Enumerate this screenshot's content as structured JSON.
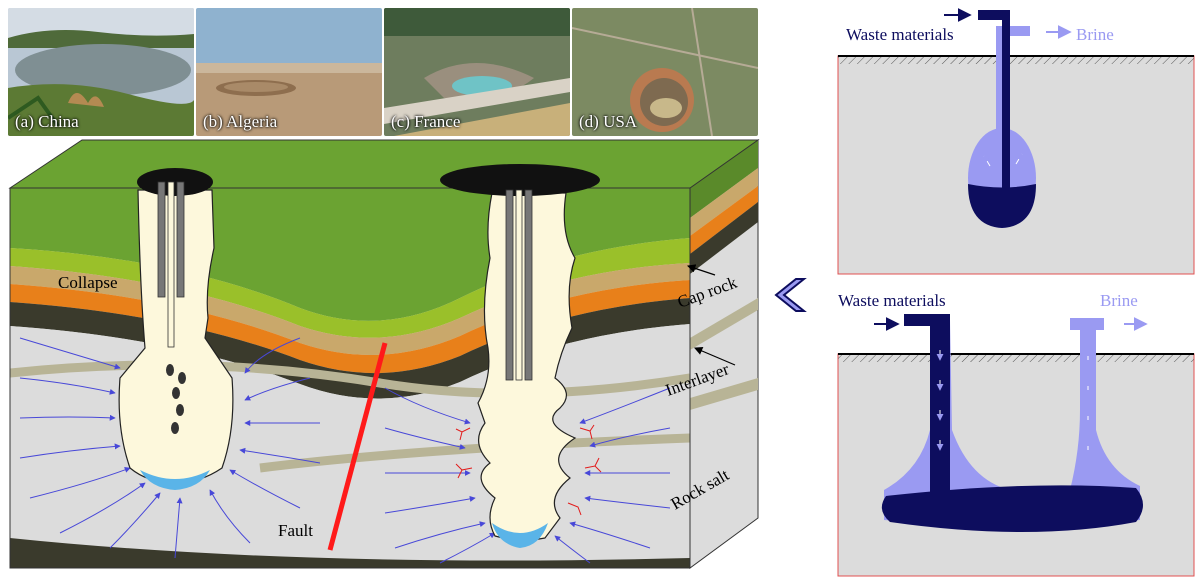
{
  "photos": [
    {
      "caption": "(a) China"
    },
    {
      "caption": "(b) Algeria"
    },
    {
      "caption": "(c) France"
    },
    {
      "caption": "(d) USA"
    }
  ],
  "main_diagram": {
    "labels": {
      "collapse": "Collapse",
      "cap_rock": "Cap rock",
      "interlayer": "Interlayer",
      "rock_salt": "Rock salt",
      "fault": "Fault"
    }
  },
  "panel_single_well": {
    "waste_label": "Waste materials",
    "brine_label": "Brine"
  },
  "panel_twin_well": {
    "waste_label": "Waste materials",
    "brine_label": "Brine"
  },
  "colors": {
    "dark_blue": "#0d0d5e",
    "light_blue": "#9a9af2",
    "fault_red": "#ff1a1a",
    "cavern_fill": "#fdf8dc",
    "rock_gray": "#dcdcdc"
  }
}
